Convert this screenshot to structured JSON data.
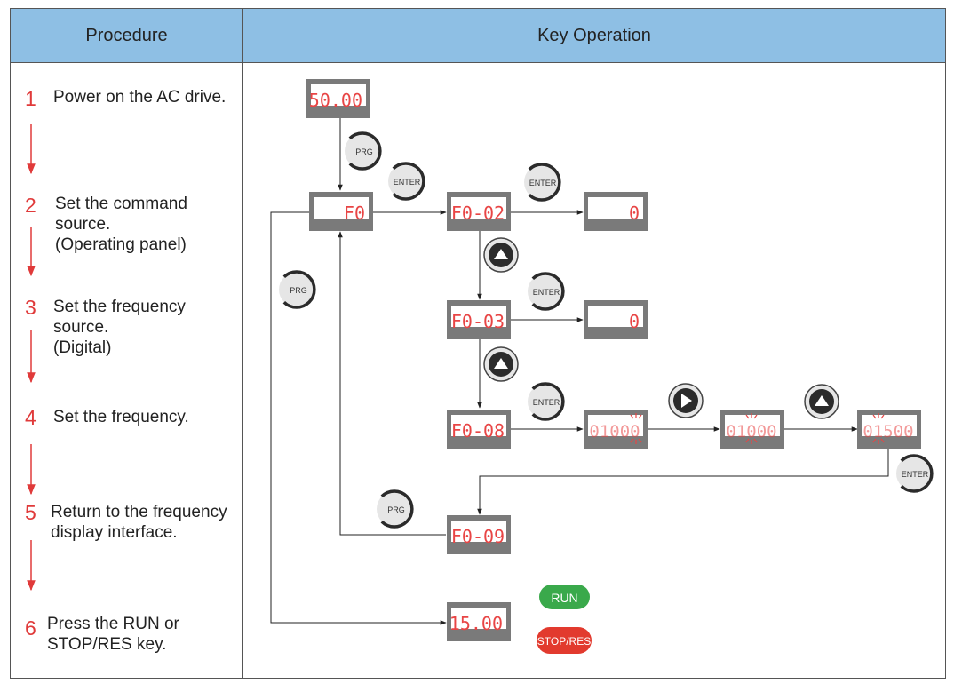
{
  "header": {
    "procedure": "Procedure",
    "key_operation": "Key Operation"
  },
  "steps": [
    {
      "num": "1",
      "text": "Power on the AC drive."
    },
    {
      "num": "2",
      "text": "Set the command\nsource.\n(Operating panel)"
    },
    {
      "num": "3",
      "text": "Set the frequency\nsource.\n(Digital)"
    },
    {
      "num": "4",
      "text": "Set the frequency."
    },
    {
      "num": "5",
      "text": "Return to the frequency\ndisplay interface."
    },
    {
      "num": "6",
      "text": "Press the RUN or\nSTOP/RES key."
    }
  ],
  "displays": {
    "power_on": "50.00",
    "f0": "F0",
    "f0_02": "F0-02",
    "f0_02_value": "0",
    "f0_03": "F0-03",
    "f0_03_value": "0",
    "f0_08": "F0-08",
    "f0_08_edit_1": "01000",
    "f0_08_edit_2": "01000",
    "f0_08_edit_3": "01500",
    "f0_09": "F0-09",
    "running": "15.00"
  },
  "keys": {
    "prg": "PRG",
    "enter": "ENTER",
    "run": "RUN",
    "stop": "STOP/RES"
  },
  "icons": [
    "up-key-icon",
    "shift-key-icon",
    "blink-icon"
  ],
  "colors": {
    "header_bg": "#8ebfe4",
    "step_number": "#e03a3a",
    "led_text": "#e84545",
    "display_frame": "#7a7a7a",
    "run_key": "#3aa94b",
    "stop_key": "#e23a2e"
  }
}
